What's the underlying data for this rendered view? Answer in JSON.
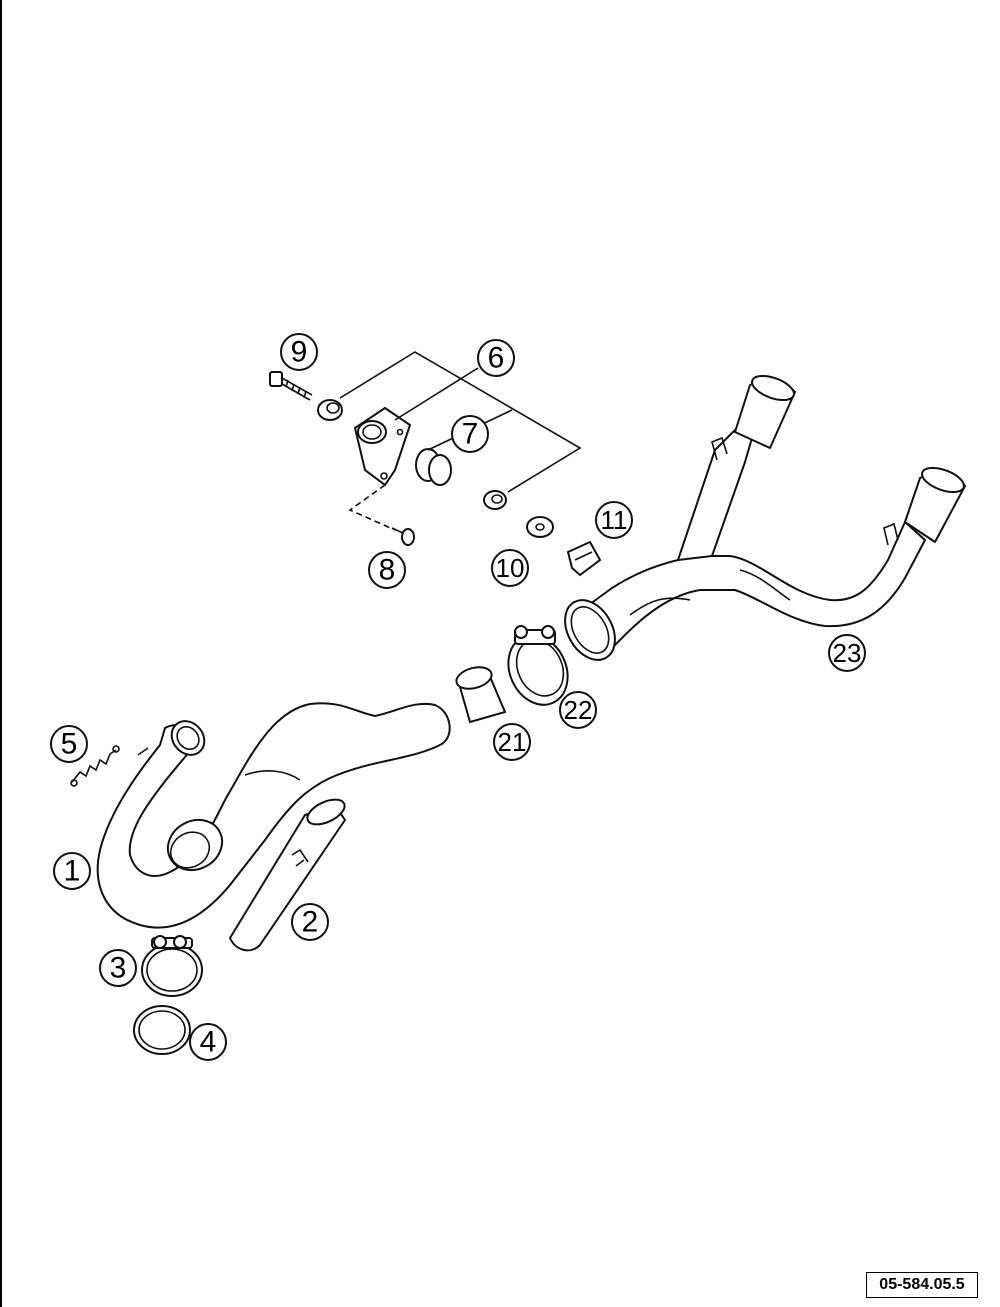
{
  "callouts": [
    {
      "id": "1",
      "label": "1"
    },
    {
      "id": "2",
      "label": "2"
    },
    {
      "id": "3",
      "label": "3"
    },
    {
      "id": "4",
      "label": "4"
    },
    {
      "id": "5",
      "label": "5"
    },
    {
      "id": "6",
      "label": "6"
    },
    {
      "id": "7",
      "label": "7"
    },
    {
      "id": "8",
      "label": "8"
    },
    {
      "id": "9",
      "label": "9"
    },
    {
      "id": "10",
      "label": "10"
    },
    {
      "id": "11",
      "label": "11"
    },
    {
      "id": "21",
      "label": "21"
    },
    {
      "id": "22",
      "label": "22"
    },
    {
      "id": "23",
      "label": "23"
    }
  ],
  "reference_code": "05-584.05.5"
}
